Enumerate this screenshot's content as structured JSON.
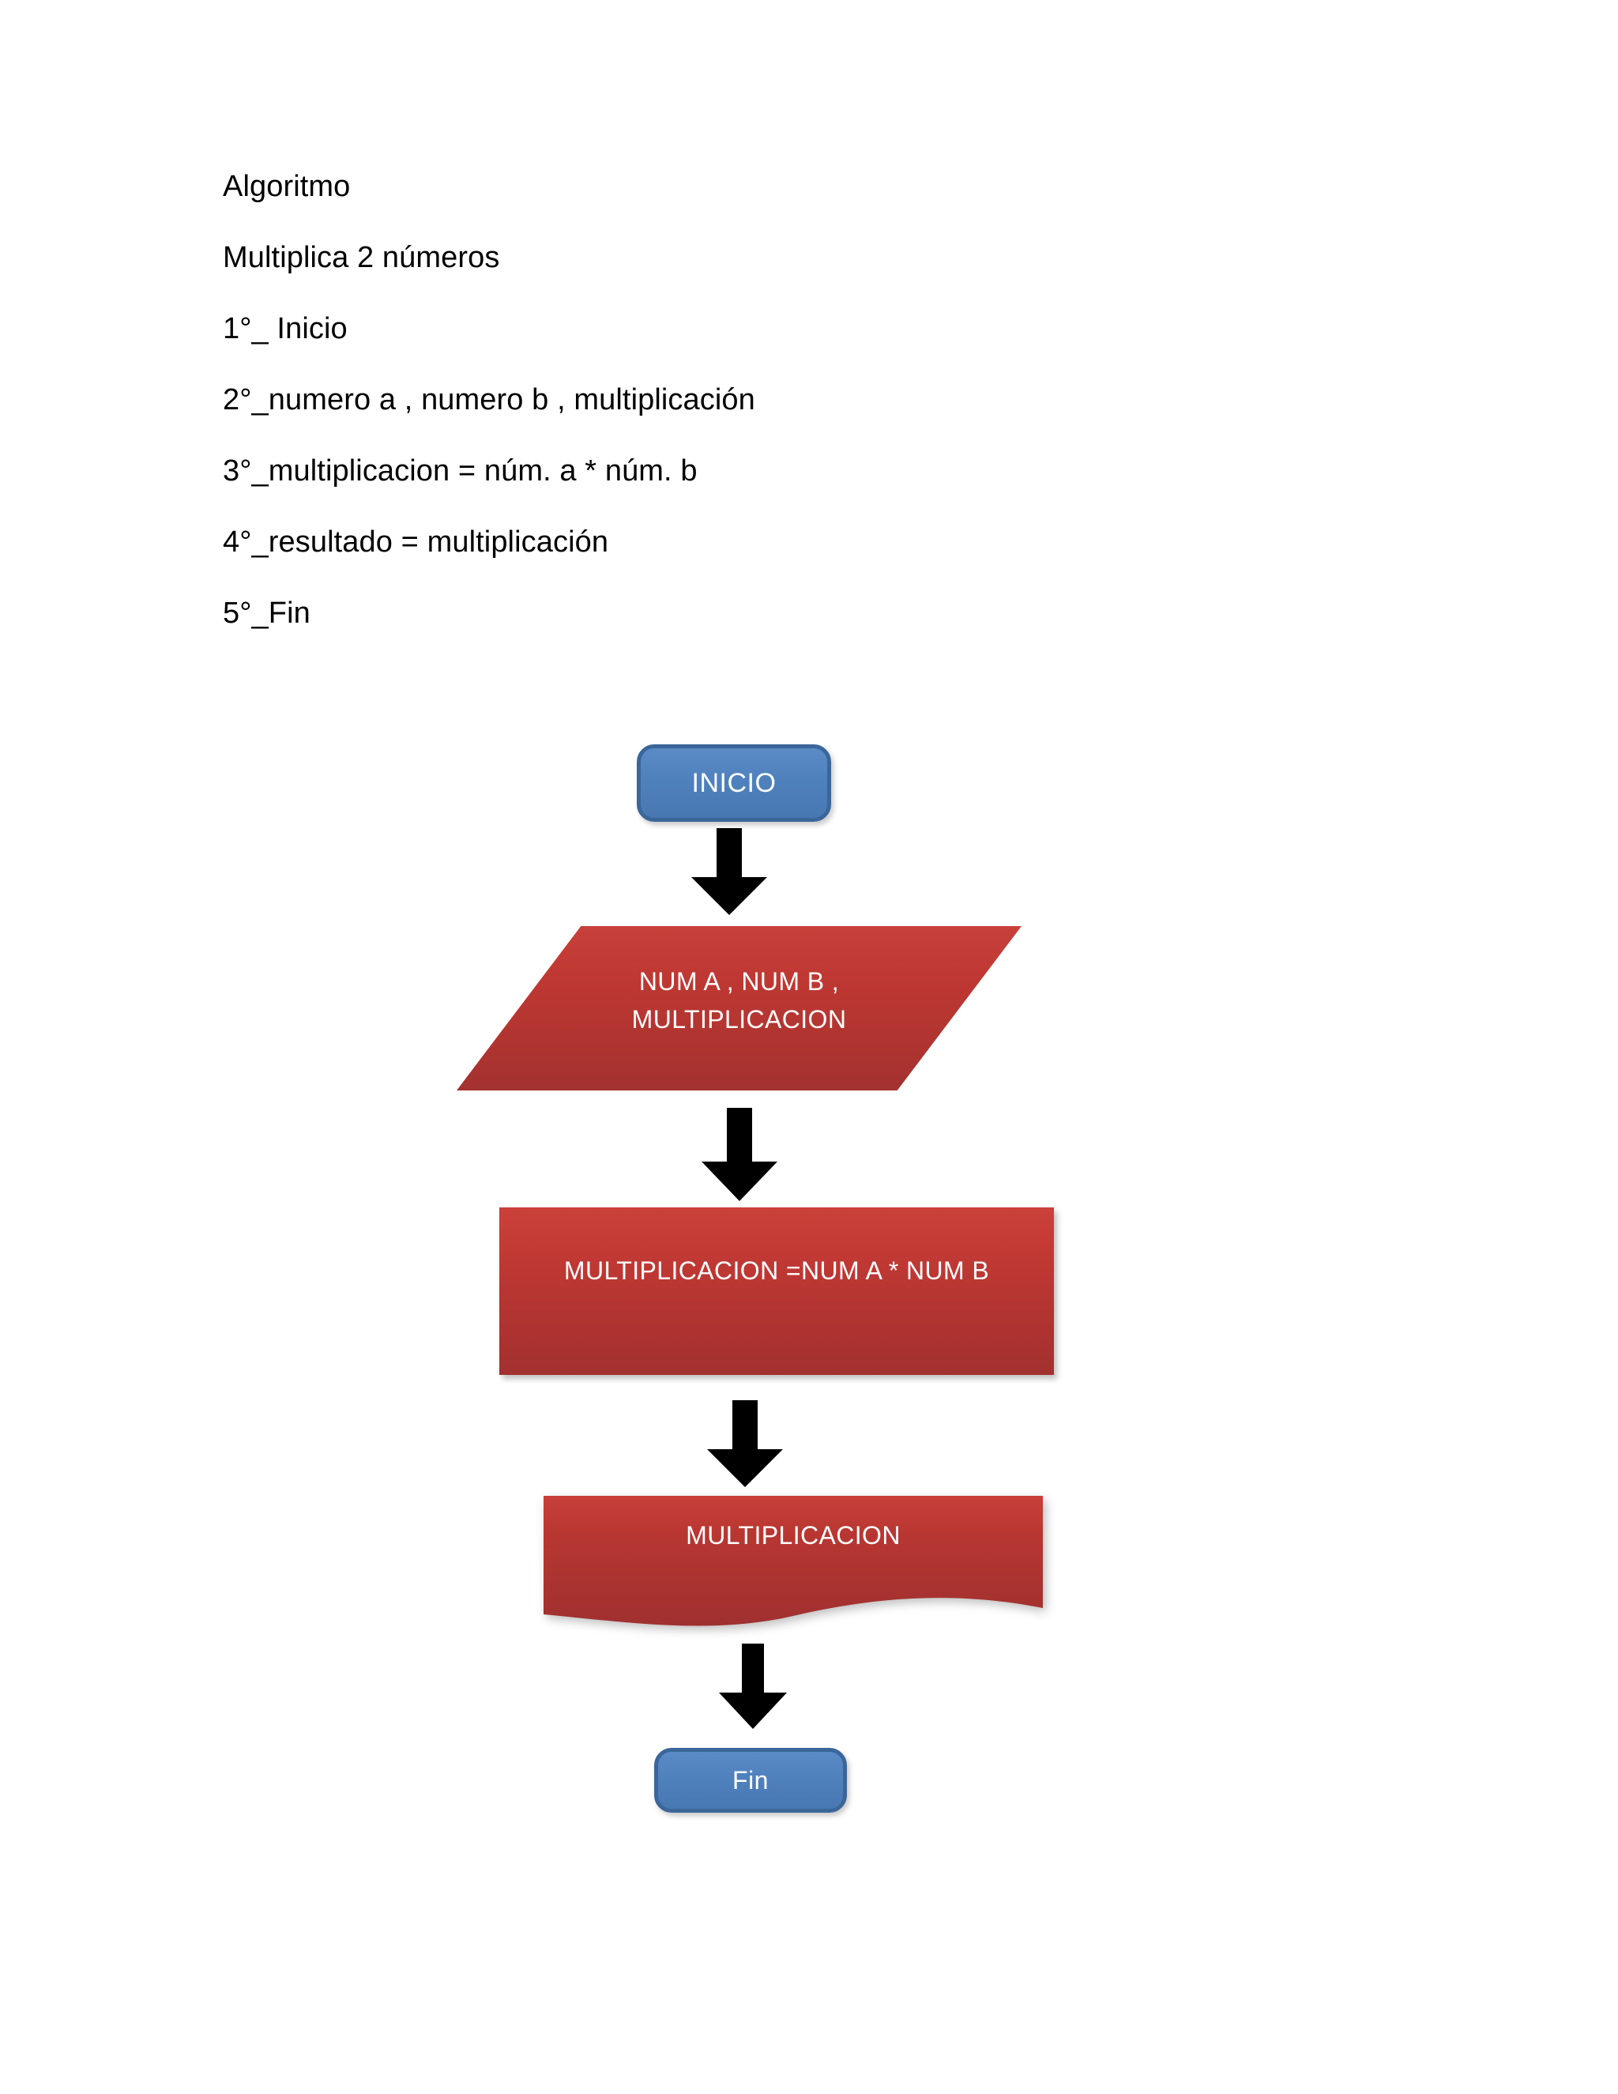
{
  "document": {
    "algorithm_lines": [
      "Algoritmo",
      "Multiplica 2 números",
      "1°_ Inicio",
      "2°_numero a , numero b , multiplicación",
      "3°_multiplicacion = núm. a * núm. b",
      "4°_resultado = multiplicación",
      "5°_Fin"
    ]
  },
  "flowchart": {
    "nodes": {
      "start": {
        "label": "INICIO",
        "shape": "terminator",
        "fill": "#4F81BD",
        "border": "#3A6699",
        "text_color": "#FFFFFF"
      },
      "input": {
        "line1": "NUM A ,  NUM B ,",
        "line2": "MULTIPLICACION",
        "shape": "parallelogram",
        "fill": "#C0392F",
        "text_color": "#FFFFFF"
      },
      "process": {
        "label": "MULTIPLICACION =NUM A * NUM B",
        "shape": "rectangle",
        "fill": "#C0392F",
        "text_color": "#FFFFFF"
      },
      "output": {
        "label": "MULTIPLICACION",
        "shape": "document",
        "fill": "#B03430",
        "text_color": "#FFFFFF"
      },
      "end": {
        "label": "Fin",
        "shape": "terminator",
        "fill": "#4F81BD",
        "border": "#3A6699",
        "text_color": "#FFFFFF"
      }
    },
    "connectors": [
      {
        "from": "start",
        "to": "input",
        "style": "down-arrow",
        "color": "#000000"
      },
      {
        "from": "input",
        "to": "process",
        "style": "down-arrow",
        "color": "#000000"
      },
      {
        "from": "process",
        "to": "output",
        "style": "down-arrow",
        "color": "#000000"
      },
      {
        "from": "output",
        "to": "end",
        "style": "down-arrow",
        "color": "#000000"
      }
    ]
  }
}
